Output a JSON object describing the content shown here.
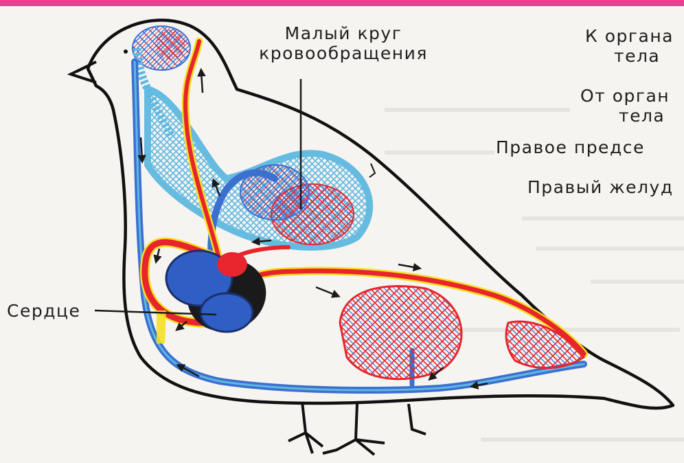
{
  "colors": {
    "background": "#f6f4f1",
    "top_stripe": "#ea3f8f",
    "arterial_blood": "#e8242c",
    "venous_blood": "#3b6fd0",
    "lung_vessels": "#5fb8e0",
    "yellow_outline": "#f4e020",
    "heart_dark": "#1a1a1a",
    "outline": "#111111"
  },
  "labels": {
    "small_circle_line1": "Малый круг",
    "small_circle_line2": "кровообращения",
    "to_organs_line1": "К органа",
    "to_organs_line2": "тела",
    "from_organs_line1": "От орган",
    "from_organs_line2": "тела",
    "right_atrium": "Правое предсе",
    "right_ventricle": "Правый желуд",
    "heart": "Сердце"
  },
  "icons": [
    "pigeon-outline-icon",
    "heart-icon",
    "flow-arrow-icon",
    "capillary-net-icon"
  ]
}
